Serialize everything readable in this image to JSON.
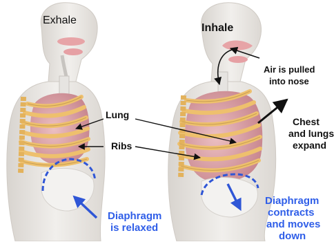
{
  "panels": {
    "exhale": {
      "title": "Exhale",
      "diaphragm_label": [
        "Diaphragm",
        "is relaxed"
      ]
    },
    "inhale": {
      "title": "Inhale",
      "air_label": [
        "Air is pulled",
        "into nose"
      ],
      "chest_label": [
        "Chest",
        "and lungs",
        "expand"
      ],
      "diaphragm_label": [
        "Diaphragm",
        "contracts",
        "and moves",
        "down"
      ]
    }
  },
  "shared_labels": {
    "lung": "Lung",
    "ribs": "Ribs"
  },
  "colors": {
    "skin": "#e9e6e2",
    "lung": "#d9a0a6",
    "rib": "#f0c979",
    "diaphragm_line": "#2f56d6",
    "label_blue": "#2f5ee8",
    "arrow": "#111111"
  }
}
